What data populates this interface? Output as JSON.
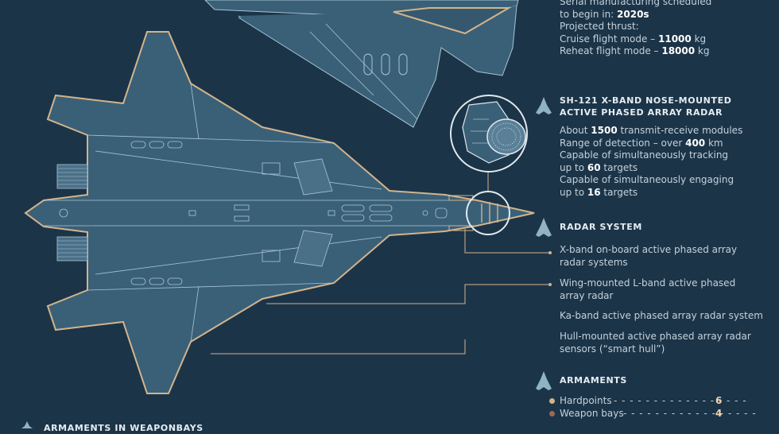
{
  "colors": {
    "background": "#1c3448",
    "plane_fill": "#3a6078",
    "outline_gold": "#d2b48c",
    "line": "#a8c4d4",
    "hardpoint_dot": "#d2b48c",
    "weapon_dot": "#9a6a54"
  },
  "specs": {
    "serial_prefix": "Serial manufacturing scheduled",
    "serial_2": "to begin in: ",
    "serial_year": "2020s",
    "thrust_label": "Projected thrust:",
    "cruise_label": "Cruise flight mode – ",
    "cruise_value": "11000",
    "cruise_unit": " kg",
    "reheat_label": "Reheat flight mode – ",
    "reheat_value": "18000",
    "reheat_unit": " kg"
  },
  "radar_nose": {
    "title_1": "SH-121 X-BAND NOSE-MOUNTED",
    "title_2": "ACTIVE PHASED ARRAY RADAR",
    "line1_pre": "About ",
    "line1_val": "1500",
    "line1_post": " transmit-receive modules",
    "line2_pre": "Range of detection – over ",
    "line2_val": "400",
    "line2_post": " km",
    "line3": "Capable of simultaneously tracking",
    "line4_pre": "up to ",
    "line4_val": "60",
    "line4_post": " targets",
    "line5": "Capable of simultaneously engaging",
    "line6_pre": "up to ",
    "line6_val": "16",
    "line6_post": " targets"
  },
  "radar_system": {
    "title": "RADAR SYSTEM",
    "items": [
      {
        "line1": "X-band on-board active phased array",
        "line2": "radar systems"
      },
      {
        "line1": "Wing-mounted L-band active phased",
        "line2": "array radar"
      },
      {
        "line1": "Ka-band active phased array radar system",
        "line2": ""
      },
      {
        "line1": "Hull-mounted active phased array radar",
        "line2": "sensors (“smart hull”)"
      }
    ]
  },
  "armaments": {
    "title": "ARMAMENTS",
    "hardpoints_label": "Hardpoints",
    "hardpoints_value": "6",
    "weapon_bays_label": "Weapon bays",
    "weapon_bays_value": "4",
    "leader": "- - - - - - - - - - - - - - - - -"
  },
  "bottom_left": {
    "title": "ARMAMENTS IN WEAPONBAYS"
  },
  "icons": [
    "jet-silhouette-icon",
    "radar-dish-icon"
  ]
}
